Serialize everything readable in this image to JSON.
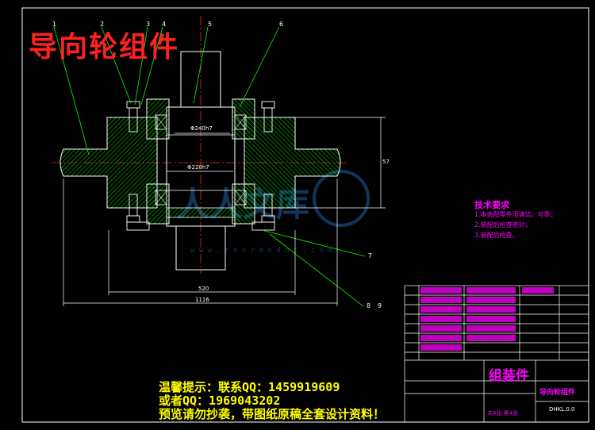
{
  "title": "导向轮组件",
  "notice": {
    "line1": "温馨提示：联系QQ：1459919609",
    "line2": "或者QQ：1969043202",
    "line3": "预览请勿抄袭，带图纸原稿全套设计资料！"
  },
  "tech_requirements": {
    "heading": "技术要求",
    "items": [
      "1.本装配零件须清洁，可靠；",
      "2.装配后检查密封；",
      "3.装配后检查。"
    ]
  },
  "callouts": [
    "1",
    "2",
    "3",
    "4",
    "5",
    "6",
    "7",
    "8",
    "9"
  ],
  "dimensions": {
    "inner_fit_top": "Φ240h7",
    "inner_fit_bottom": "Φ220h7",
    "width_short": "520",
    "width_long": "1116",
    "height": "57"
  },
  "watermark": "人人文库",
  "watermark_url": "w w w . r e n r e n d o c . c o m",
  "title_block": {
    "assembly_label": "组装件",
    "drawing_name": "导向轮组件",
    "drawing_no": "DHKL.0.0",
    "sheet_info": "共4张 第4张"
  },
  "colors": {
    "background": "#000000",
    "outline": "#ffffff",
    "section": "#00ff00",
    "centerline": "#ff0000",
    "annotation": "#ff00ff",
    "dimension": "#ffffff"
  }
}
